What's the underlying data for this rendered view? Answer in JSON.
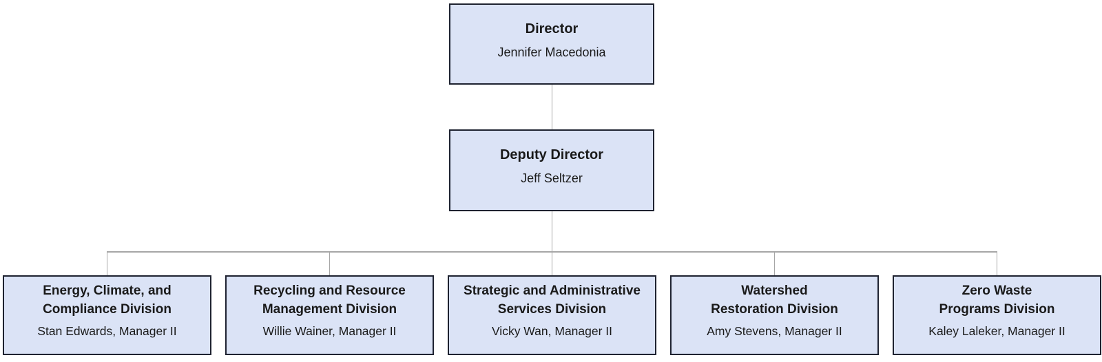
{
  "org": {
    "director": {
      "title": "Director",
      "name": "Jennifer Macedonia"
    },
    "deputy": {
      "title": "Deputy Director",
      "name": "Jeff Seltzer"
    },
    "divisions": [
      {
        "title": "Energy, Climate, and\nCompliance Division",
        "name": "Stan Edwards, Manager II"
      },
      {
        "title": "Recycling and Resource\nManagement Division",
        "name": "Willie Wainer, Manager II"
      },
      {
        "title": "Strategic and Administrative\nServices Division",
        "name": "Vicky Wan, Manager II"
      },
      {
        "title": "Watershed\nRestoration Division",
        "name": "Amy Stevens, Manager II"
      },
      {
        "title": "Zero Waste\nPrograms Division",
        "name": "Kaley Laleker, Manager II"
      }
    ]
  },
  "colors": {
    "page_background": "#ffffff",
    "box_fill": "#dbe3f6",
    "box_border": "#1e2230",
    "connector": "#a6a6a6",
    "text": "#1a1a1a"
  }
}
